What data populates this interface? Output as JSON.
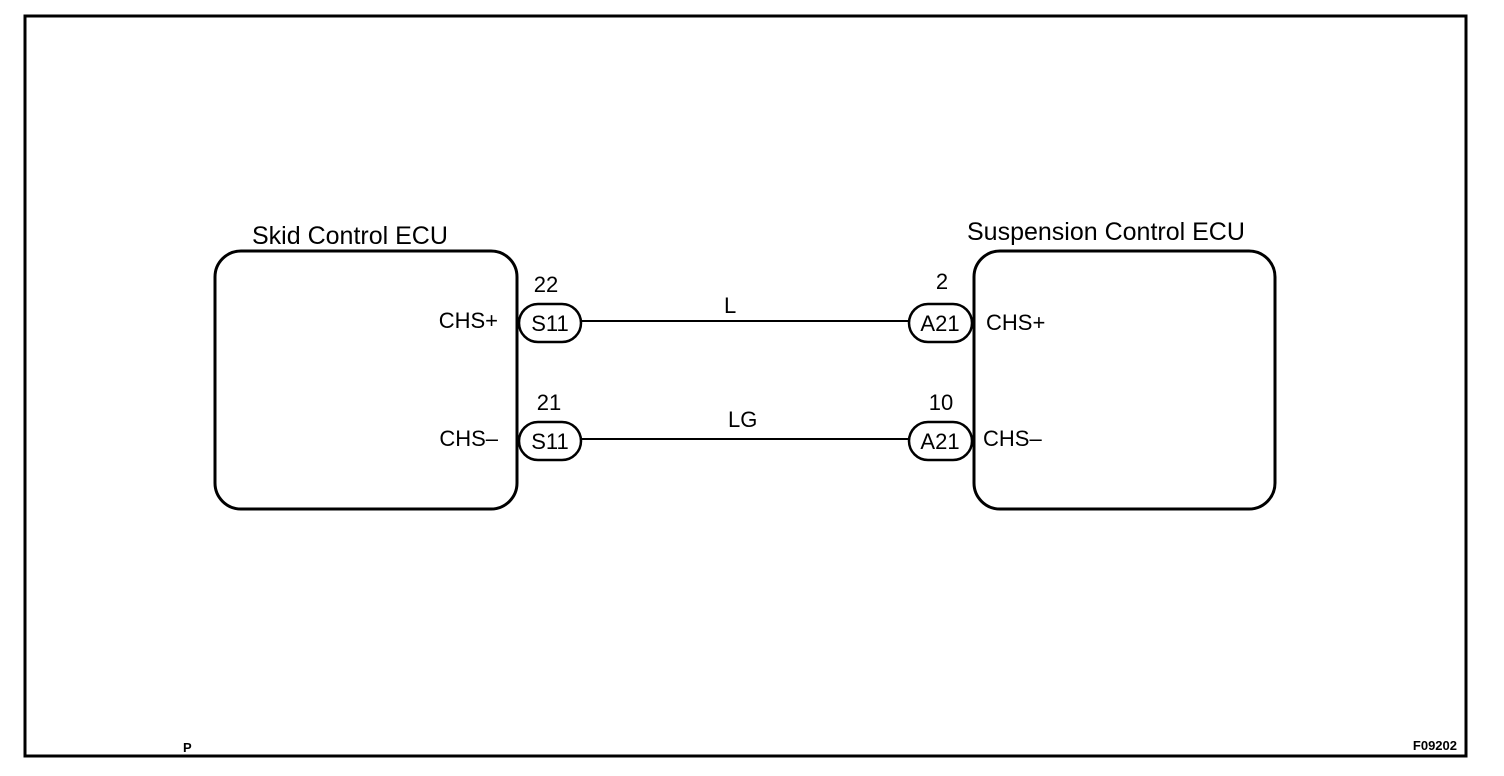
{
  "left_ecu": {
    "title": "Skid Control ECU",
    "pin_plus_label": "CHS+",
    "pin_minus_label": "CHS–"
  },
  "right_ecu": {
    "title": "Suspension Control ECU",
    "pin_plus_label": "CHS+",
    "pin_minus_label": "CHS–"
  },
  "connections": [
    {
      "left_connector": "S11",
      "left_pin": "22",
      "wire_color": "L",
      "right_connector": "A21",
      "right_pin": "2"
    },
    {
      "left_connector": "S11",
      "left_pin": "21",
      "wire_color": "LG",
      "right_connector": "A21",
      "right_pin": "10"
    }
  ],
  "footer": {
    "left_code": "P",
    "figure_id": "F09202"
  }
}
